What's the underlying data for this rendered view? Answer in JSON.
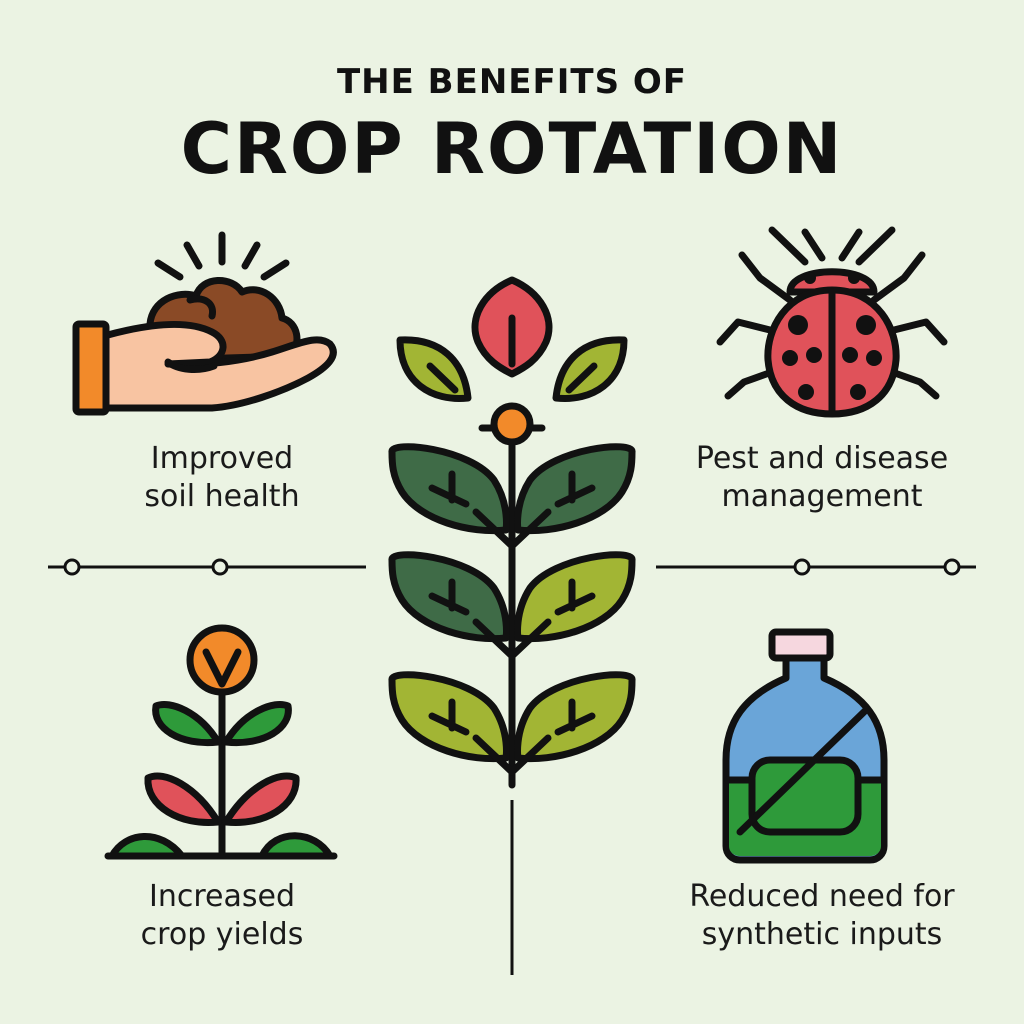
{
  "title": {
    "line1": "THE BENEFITS OF",
    "line2": "CROP ROTATION"
  },
  "benefits": [
    {
      "line1": "Improved",
      "line2": "soil health",
      "icon": "hand-holding-soil-icon"
    },
    {
      "line1": "Pest and disease",
      "line2": "management",
      "icon": "ladybug-icon"
    },
    {
      "line1": "Increased",
      "line2": "crop yields",
      "icon": "growing-plant-icon"
    },
    {
      "line1": "Reduced need for",
      "line2": "synthetic inputs",
      "icon": "crossed-out-bottle-icon"
    }
  ],
  "center_icon": "rotation-plant-icon",
  "colors": {
    "background": "#ebf3e3",
    "outline": "#111111",
    "dark_leaf": "#3f6b47",
    "light_leaf": "#a2b534",
    "red": "#e0525a",
    "orange": "#f28a2a",
    "soil": "#8a4a26",
    "skin": "#f8c4a2",
    "bottle_blue": "#6aa5d8",
    "liquid_green": "#2e9a3a",
    "cap_pink": "#f6d7df"
  }
}
